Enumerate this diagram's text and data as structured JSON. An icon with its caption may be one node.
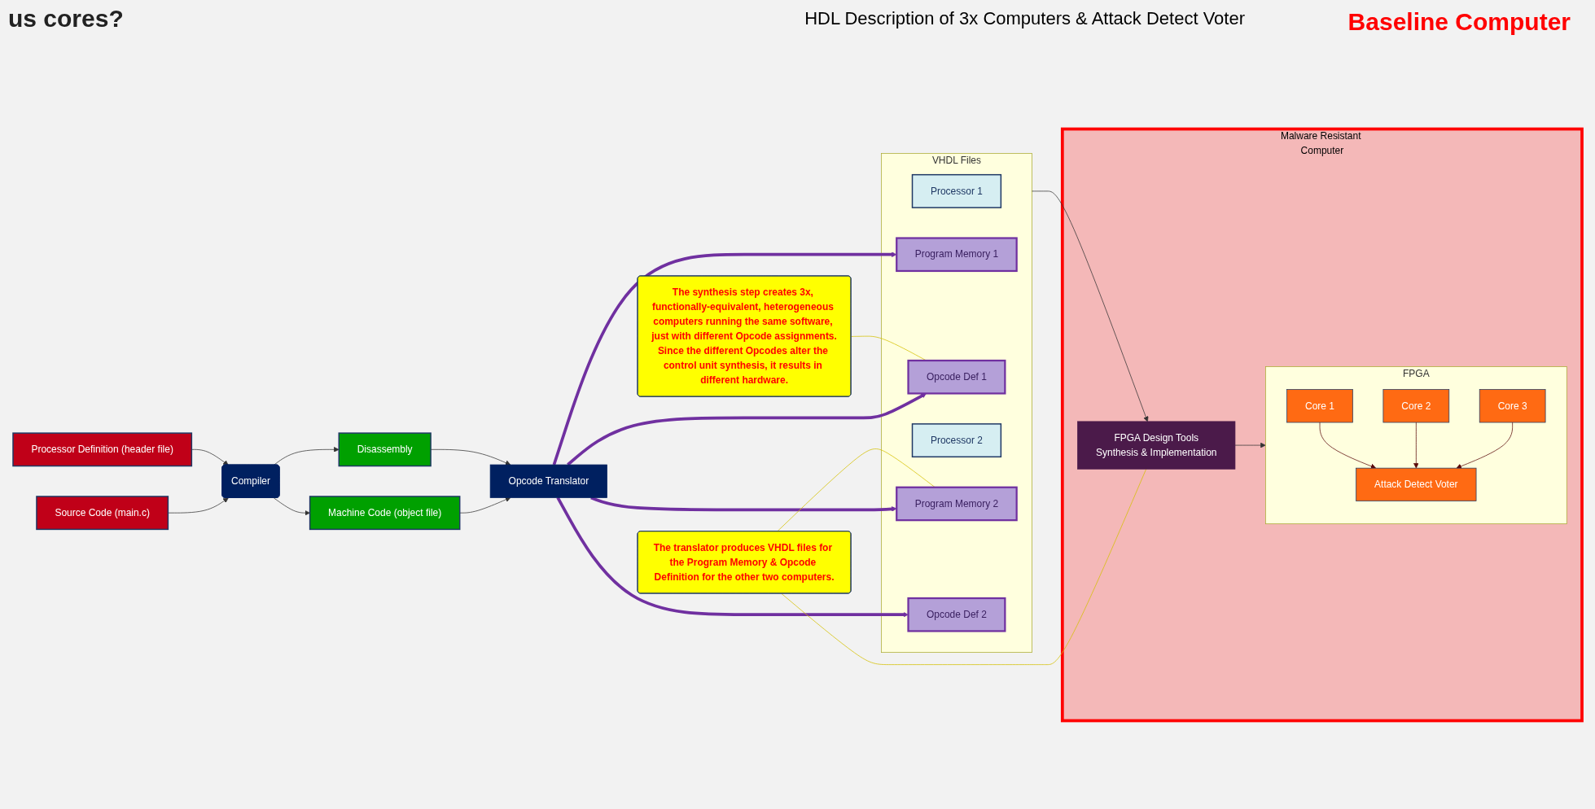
{
  "diagram": {
    "title": "us cores?",
    "nodes": [
      {
        "text": [
          "Source Code (main.c)"
        ]
      },
      {
        "text": [
          "Processor Definition (header file)"
        ]
      },
      {
        "text": [
          "Compiler"
        ]
      },
      {
        "text": [
          "Machine Code (object file)"
        ]
      },
      {
        "text": [
          "Disassembly"
        ]
      },
      {
        "text": [
          "Opcode Translator"
        ]
      },
      {
        "text": [
          "VHDL Files"
        ]
      },
      {
        "text": [
          "Processor 1"
        ],
        "in": 6
      },
      {
        "text": [
          "Program Memory 1"
        ],
        "in": 6
      },
      {
        "text": [
          "Opcode Def 1"
        ],
        "in": 6
      },
      {
        "text": [
          "Processor 2"
        ],
        "in": 6
      },
      {
        "text": [
          "Program Memory 2"
        ],
        "in": 6
      },
      {
        "text": [
          "Opcode Def 2"
        ],
        "in": 6
      },
      {
        "text": [
          "Malware Resistant Computer"
        ]
      },
      {
        "text": [
          "FPGA Design Tools",
          "Synthesis & Implementation"
        ],
        "in": 13
      },
      {
        "text": [
          "FPGA"
        ],
        "in": 13
      },
      {
        "text": [
          "Core 1"
        ],
        "in": 15
      },
      {
        "text": [
          "Core 2"
        ],
        "in": 15
      },
      {
        "text": [
          "Core 3"
        ],
        "in": 15
      },
      {
        "text": [
          "Attack Detect Voter"
        ],
        "in": 15
      },
      {
        "text": [
          "The synthesis step creates 3x, functionally-equivalent, heterogeneous computers running the same software, just with different Opcode assignments.",
          "Since the different Opcodes alter the control unit synthesis, it results in different hardware."
        ]
      },
      {
        "text": [
          "The translator produces VHDL files for the Program Memory & Opcode Definition for the other two computers."
        ]
      }
    ],
    "edges": [
      {
        "from": 0,
        "to": 2,
        "arrow": "to"
      },
      {
        "from": 1,
        "to": 2,
        "arrow": "to"
      },
      {
        "from": 2,
        "to": 3,
        "arrow": "to"
      },
      {
        "from": 2,
        "to": 4,
        "arrow": "to"
      },
      {
        "from": 3,
        "to": 5,
        "arrow": "to"
      },
      {
        "from": 4,
        "to": 5,
        "arrow": "to"
      },
      {
        "from": 5,
        "to": 8,
        "arrow": "to",
        "style": "thick",
        "color": "#7030a0"
      },
      {
        "from": 5,
        "to": 9,
        "arrow": "to",
        "style": "thick",
        "color": "#7030a0"
      },
      {
        "from": 5,
        "to": 11,
        "arrow": "to",
        "style": "thick",
        "color": "#7030a0"
      },
      {
        "from": 5,
        "to": 12,
        "arrow": "to",
        "style": "thick",
        "color": "#7030a0"
      },
      {
        "from": 6,
        "to": 14,
        "arrow": "to"
      },
      {
        "from": 14,
        "to": 15,
        "arrow": "to"
      },
      {
        "from": 16,
        "to": 19,
        "arrow": "to",
        "color": "#5a0a0a"
      },
      {
        "from": 17,
        "to": 19,
        "arrow": "to",
        "color": "#5a0a0a"
      },
      {
        "from": 18,
        "to": 19,
        "arrow": "to",
        "color": "#5a0a0a"
      },
      {
        "from": 20,
        "to": 9,
        "arrow": "none",
        "color": "#d4c000"
      },
      {
        "from": 21,
        "to": 11,
        "arrow": "none",
        "color": "#d4c000"
      },
      {
        "from": 21,
        "to": 14,
        "arrow": "none",
        "color": "#d4c000"
      }
    ],
    "labels": [
      "Baseline Computer",
      "HDL Description of 3x Computers & Attack Detect Voter"
    ]
  }
}
